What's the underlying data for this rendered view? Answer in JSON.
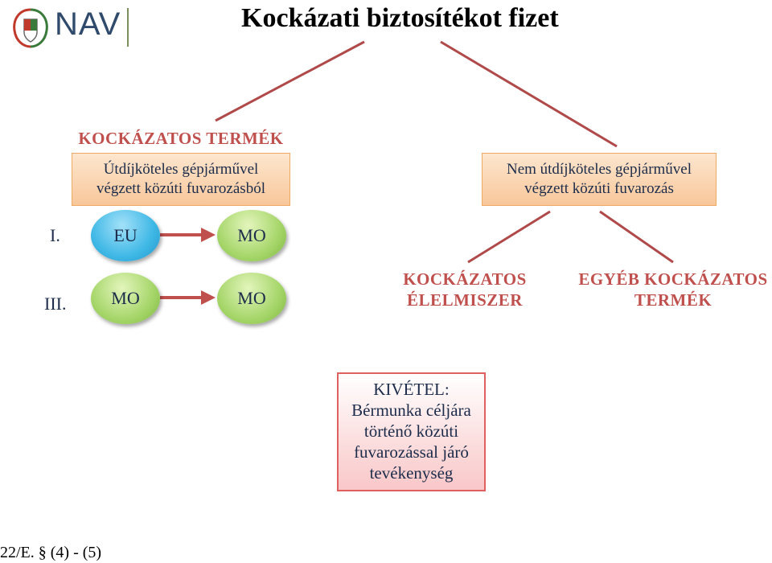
{
  "brand": {
    "name": "NAV"
  },
  "title": "Kockázati biztosítékot fizet",
  "left_branch": {
    "heading": "KOCKÁZATOS TERMÉK",
    "box_lines": [
      "Útdíjköteles gépjárművel",
      "végzett közúti fuvarozásból"
    ],
    "rows": [
      {
        "roman": "I.",
        "from": "EU",
        "to": "MO"
      },
      {
        "roman": "III.",
        "from": "MO",
        "to": "MO"
      }
    ]
  },
  "right_branch": {
    "box_lines": [
      "Nem útdíjköteles gépjárművel",
      "végzett közúti fuvarozás"
    ],
    "children": [
      {
        "lines": [
          "KOCKÁZATOS",
          "ÉLELMISZER"
        ]
      },
      {
        "lines": [
          "EGYÉB KOCKÁZATOS",
          "TERMÉK"
        ]
      }
    ]
  },
  "exception": {
    "lines": [
      "KIVÉTEL:",
      "Bérmunka céljára",
      "történő közúti",
      "fuvarozással járó",
      "tevékenység"
    ]
  },
  "footer": "22/E. § (4) - (5)",
  "colors": {
    "heading_red": "#c0504d",
    "line": "#b04a4a",
    "arrow": "#c0504d"
  }
}
